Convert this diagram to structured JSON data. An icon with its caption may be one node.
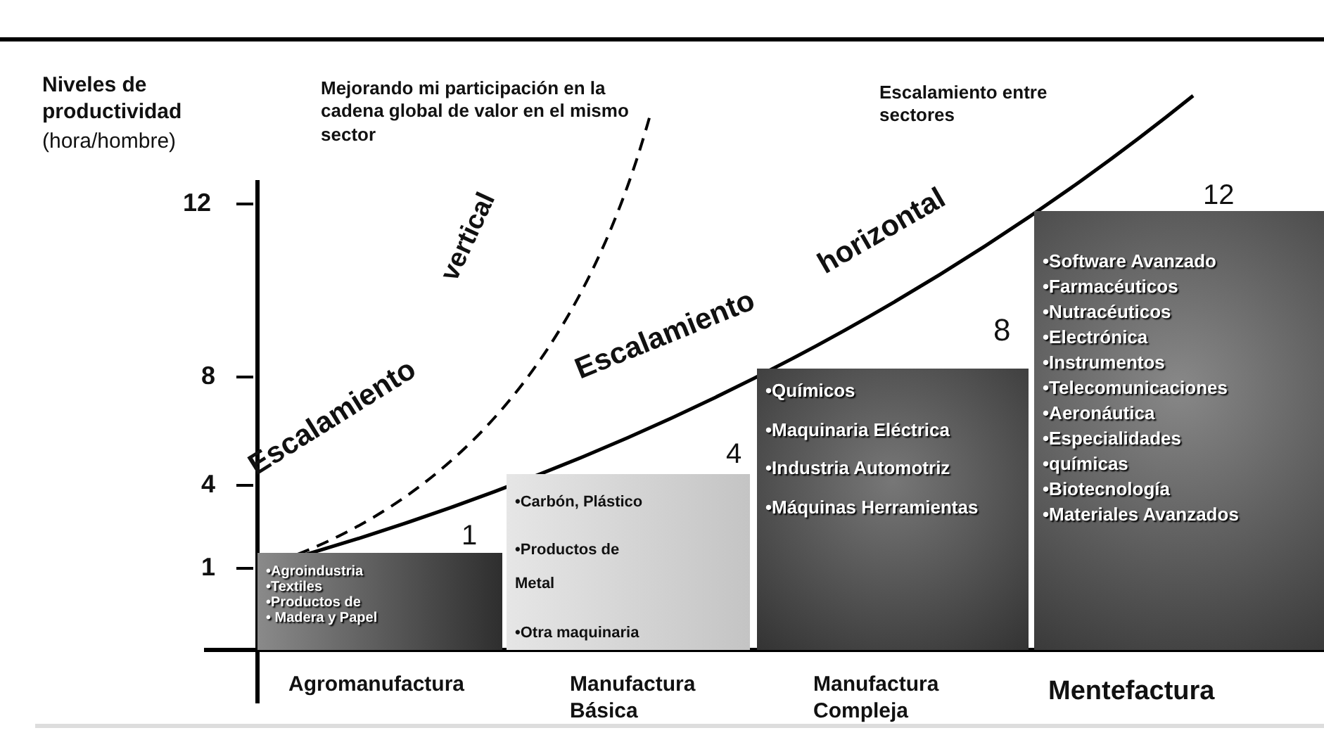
{
  "diagram": {
    "nodes": [
      {
        "text": [
          "•Agroindustria",
          "•Textiles",
          "•Productos de",
          "• Madera y Papel"
        ],
        "beside": [
          "1"
        ]
      },
      {
        "text": [
          "•Carbón, Plástico",
          "•Productos de Metal",
          "•Otra maquinaria"
        ],
        "beside": [
          "4"
        ]
      },
      {
        "text": [
          "•Químicos",
          "•Maquinaria Eléctrica",
          "•Industria Automotriz",
          "•Máquinas Herramientas"
        ],
        "beside": [
          "8"
        ]
      },
      {
        "text": [
          "•Software Avanzado",
          "•Farmacéuticos",
          "•Nutracéuticos",
          "•Electrónica",
          "•Instrumentos",
          "•Telecomunicaciones",
          "•Aeronáutica",
          "•Especialidades",
          "•químicas",
          "•Biotecnología",
          "•Materiales Avanzados"
        ],
        "beside": [
          "12"
        ]
      }
    ],
    "edges": [],
    "labels": [
      "Niveles de productividad",
      "(hora/hombre)",
      "Mejorando mi participación en la cadena global de valor en el mismo sector",
      "Escalamiento entre sectores",
      "12",
      "8",
      "4",
      "1",
      "vertical",
      "Escalamiento",
      "Escalamiento",
      "horizontal",
      "Agromanufactura",
      "Manufactura Básica",
      "Manufactura Compleja",
      "Mentefactura"
    ]
  }
}
